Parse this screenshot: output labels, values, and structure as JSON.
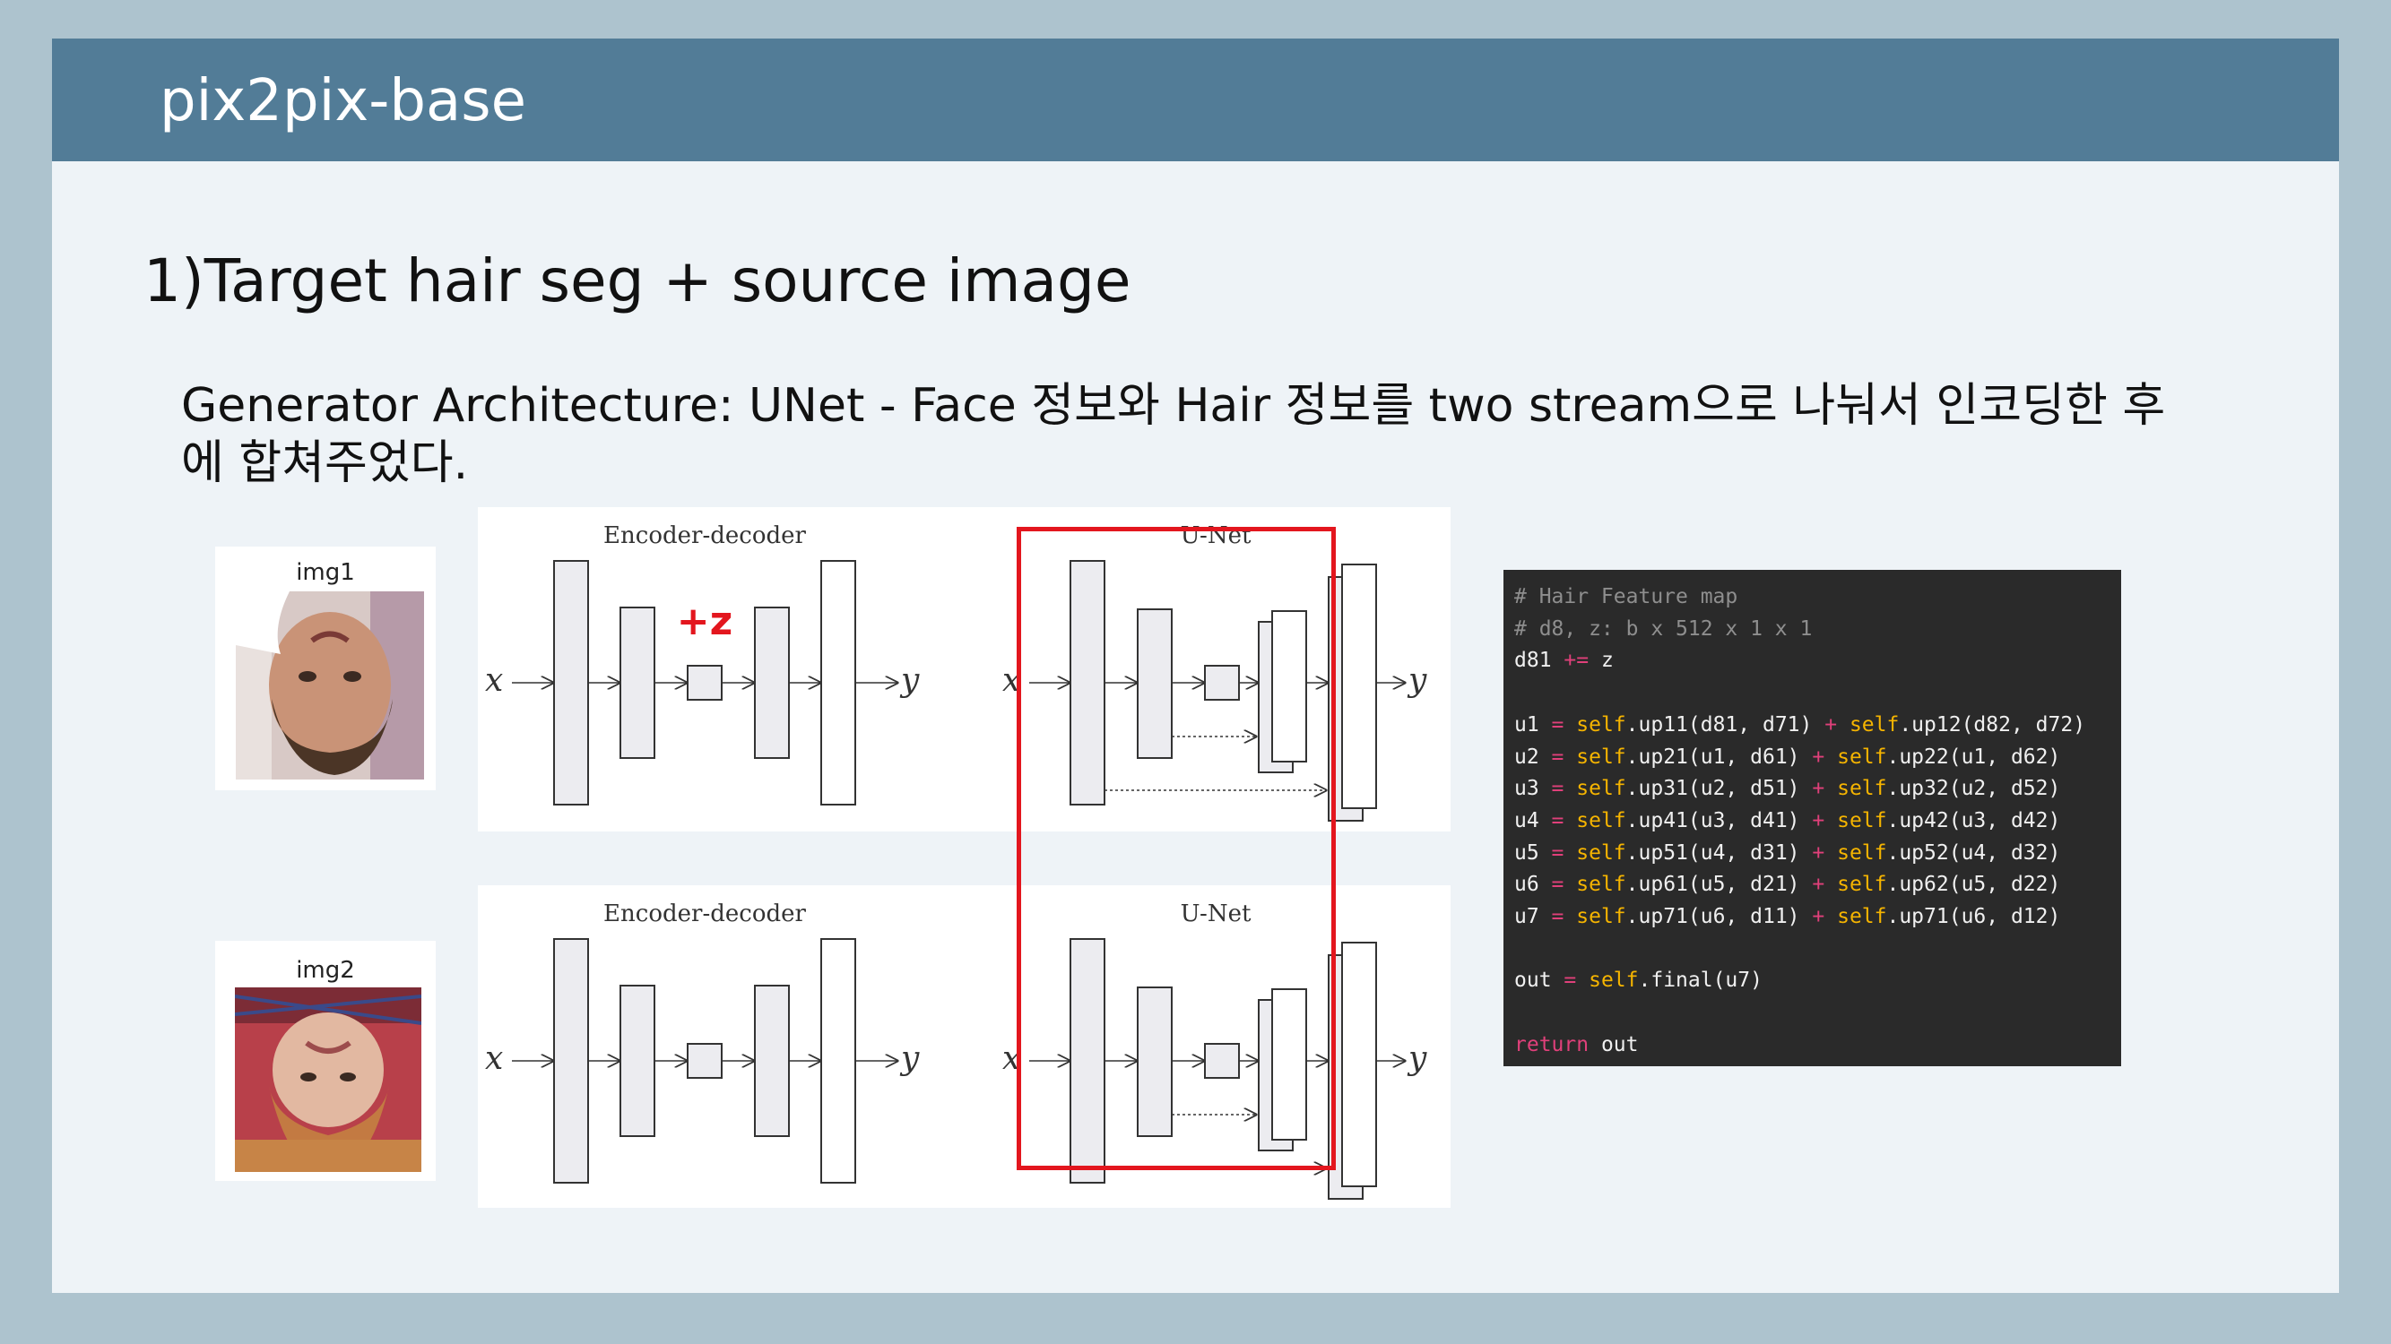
{
  "slide": {
    "title": "pix2pix-base",
    "heading": "1)Target hair seg + source image",
    "body": "Generator Architecture: UNet - Face 정보와 Hair 정보를 two stream으로 나눠서 인코딩한 후에 합쳐주었다."
  },
  "images": [
    {
      "label": "img1"
    },
    {
      "label": "img2"
    }
  ],
  "diagrams": [
    {
      "left_title": "Encoder-decoder",
      "right_title": "U-Net",
      "annotation": "+z",
      "x_label": "x",
      "y_label": "y"
    },
    {
      "left_title": "Encoder-decoder",
      "right_title": "U-Net",
      "x_label": "x",
      "y_label": "y"
    }
  ],
  "code": {
    "lines": [
      [
        {
          "t": "# Hair Feature map",
          "c": "comment"
        }
      ],
      [
        {
          "t": "# d8, z: b x 512 x 1 x 1",
          "c": "comment"
        }
      ],
      [
        {
          "t": "d81 ",
          "c": ""
        },
        {
          "t": "+=",
          "c": "op"
        },
        {
          "t": " z",
          "c": ""
        }
      ],
      [],
      [
        {
          "t": "u1 ",
          "c": ""
        },
        {
          "t": "=",
          "c": "op"
        },
        {
          "t": " ",
          "c": ""
        },
        {
          "t": "self",
          "c": "kw"
        },
        {
          "t": ".up11(d81, d71) ",
          "c": ""
        },
        {
          "t": "+",
          "c": "op"
        },
        {
          "t": " ",
          "c": ""
        },
        {
          "t": "self",
          "c": "kw"
        },
        {
          "t": ".up12(d82, d72)",
          "c": ""
        }
      ],
      [
        {
          "t": "u2 ",
          "c": ""
        },
        {
          "t": "=",
          "c": "op"
        },
        {
          "t": " ",
          "c": ""
        },
        {
          "t": "self",
          "c": "kw"
        },
        {
          "t": ".up21(u1, d61) ",
          "c": ""
        },
        {
          "t": "+",
          "c": "op"
        },
        {
          "t": " ",
          "c": ""
        },
        {
          "t": "self",
          "c": "kw"
        },
        {
          "t": ".up22(u1, d62)",
          "c": ""
        }
      ],
      [
        {
          "t": "u3 ",
          "c": ""
        },
        {
          "t": "=",
          "c": "op"
        },
        {
          "t": " ",
          "c": ""
        },
        {
          "t": "self",
          "c": "kw"
        },
        {
          "t": ".up31(u2, d51) ",
          "c": ""
        },
        {
          "t": "+",
          "c": "op"
        },
        {
          "t": " ",
          "c": ""
        },
        {
          "t": "self",
          "c": "kw"
        },
        {
          "t": ".up32(u2, d52)",
          "c": ""
        }
      ],
      [
        {
          "t": "u4 ",
          "c": ""
        },
        {
          "t": "=",
          "c": "op"
        },
        {
          "t": " ",
          "c": ""
        },
        {
          "t": "self",
          "c": "kw"
        },
        {
          "t": ".up41(u3, d41) ",
          "c": ""
        },
        {
          "t": "+",
          "c": "op"
        },
        {
          "t": " ",
          "c": ""
        },
        {
          "t": "self",
          "c": "kw"
        },
        {
          "t": ".up42(u3, d42)",
          "c": ""
        }
      ],
      [
        {
          "t": "u5 ",
          "c": ""
        },
        {
          "t": "=",
          "c": "op"
        },
        {
          "t": " ",
          "c": ""
        },
        {
          "t": "self",
          "c": "kw"
        },
        {
          "t": ".up51(u4, d31) ",
          "c": ""
        },
        {
          "t": "+",
          "c": "op"
        },
        {
          "t": " ",
          "c": ""
        },
        {
          "t": "self",
          "c": "kw"
        },
        {
          "t": ".up52(u4, d32)",
          "c": ""
        }
      ],
      [
        {
          "t": "u6 ",
          "c": ""
        },
        {
          "t": "=",
          "c": "op"
        },
        {
          "t": " ",
          "c": ""
        },
        {
          "t": "self",
          "c": "kw"
        },
        {
          "t": ".up61(u5, d21) ",
          "c": ""
        },
        {
          "t": "+",
          "c": "op"
        },
        {
          "t": " ",
          "c": ""
        },
        {
          "t": "self",
          "c": "kw"
        },
        {
          "t": ".up62(u5, d22)",
          "c": ""
        }
      ],
      [
        {
          "t": "u7 ",
          "c": ""
        },
        {
          "t": "=",
          "c": "op"
        },
        {
          "t": " ",
          "c": ""
        },
        {
          "t": "self",
          "c": "kw"
        },
        {
          "t": ".up71(u6, d11) ",
          "c": ""
        },
        {
          "t": "+",
          "c": "op"
        },
        {
          "t": " ",
          "c": ""
        },
        {
          "t": "self",
          "c": "kw"
        },
        {
          "t": ".up71(u6, d12)",
          "c": ""
        }
      ],
      [],
      [
        {
          "t": "out ",
          "c": ""
        },
        {
          "t": "=",
          "c": "op"
        },
        {
          "t": " ",
          "c": ""
        },
        {
          "t": "self",
          "c": "kw"
        },
        {
          "t": ".final(u7)",
          "c": ""
        }
      ],
      [],
      [
        {
          "t": "return",
          "c": "ret"
        },
        {
          "t": " out",
          "c": ""
        }
      ]
    ]
  },
  "colors": {
    "title_bar": "#527c97",
    "highlight": "#e3161e",
    "code_bg": "#2a2a2a"
  }
}
